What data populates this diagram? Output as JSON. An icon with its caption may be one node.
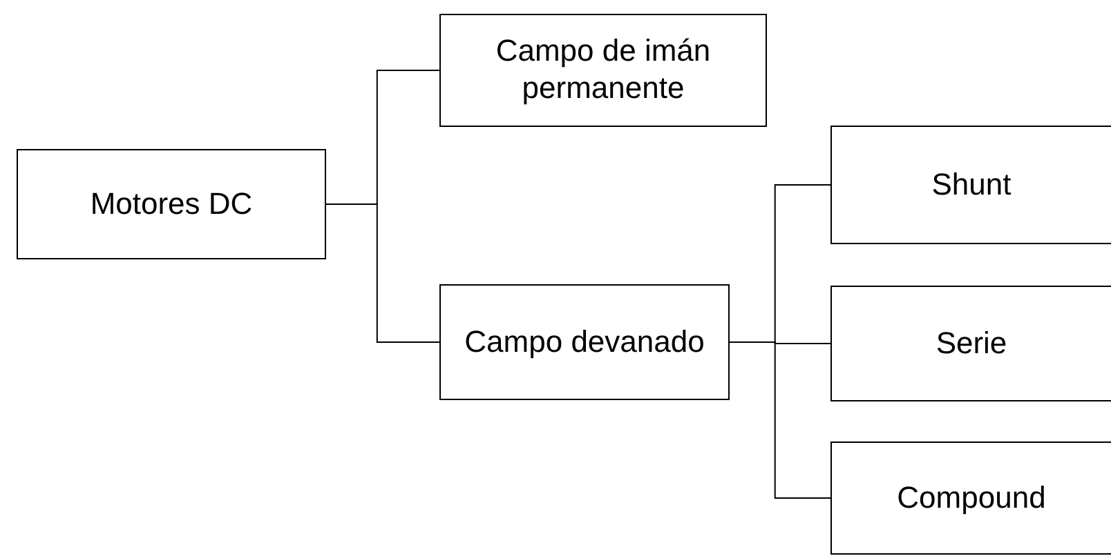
{
  "diagram": {
    "nodes": [
      {
        "text": [
          "Motores DC"
        ]
      },
      {
        "text": [
          "Campo de imán permanente"
        ]
      },
      {
        "text": [
          "Campo devanado"
        ]
      },
      {
        "text": [
          "Shunt"
        ]
      },
      {
        "text": [
          "Serie"
        ]
      },
      {
        "text": [
          "Compound"
        ]
      }
    ],
    "edges": [
      {
        "from": 0,
        "to": 1,
        "arrow": "none"
      },
      {
        "from": 0,
        "to": 2,
        "arrow": "none"
      },
      {
        "from": 2,
        "to": 3,
        "arrow": "none"
      },
      {
        "from": 2,
        "to": 4,
        "arrow": "none"
      },
      {
        "from": 2,
        "to": 5,
        "arrow": "none"
      }
    ]
  }
}
